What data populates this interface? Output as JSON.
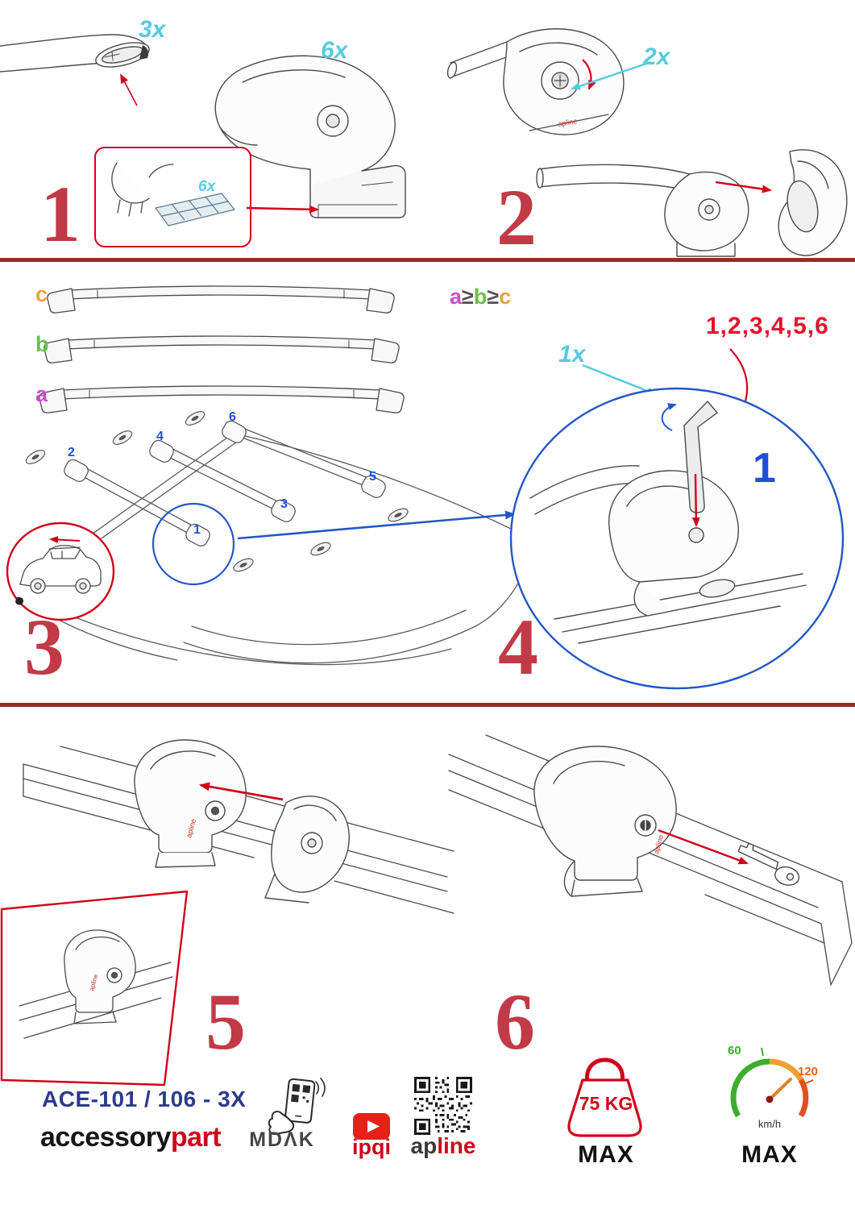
{
  "steps": {
    "s1": {
      "number": "1",
      "qty_bar": "3x",
      "qty_foot": "6x",
      "qty_pad": "6x"
    },
    "s2": {
      "number": "2",
      "qty": "2x"
    },
    "s3": {
      "number": "3",
      "label_a": "a",
      "label_b": "b",
      "label_c": "c",
      "pos": {
        "p1": "1",
        "p2": "2",
        "p3": "3",
        "p4": "4",
        "p5": "5",
        "p6": "6"
      }
    },
    "s4": {
      "number": "4",
      "sequence": "1,2,3,4,5,6",
      "qty": "1x",
      "highlight": "1",
      "ineq": {
        "a": "a",
        "ge1": "≥",
        "b": "b",
        "ge2": "≥",
        "c": "c"
      }
    },
    "s5": {
      "number": "5"
    },
    "s6": {
      "number": "6"
    }
  },
  "drawing": {
    "brand_mark": "apline"
  },
  "footer": {
    "model": "ACE-101 / 106 - 3X",
    "brand1_black": "accessory",
    "brand1_red": "part",
    "brand2": "MDΛK",
    "brand3": "ipqi",
    "brand4_black": "ap",
    "brand4_red": "line",
    "weight_value": "75 KG",
    "weight_max": "MAX",
    "speed_low": "60",
    "speed_high": "120",
    "speed_unit": "km/h",
    "speed_max": "MAX"
  },
  "colors": {
    "accent_red": "#d0021b",
    "step_number_red": "#c13a46",
    "divider_red": "#9e2a25",
    "cyan": "#58cadd",
    "blue": "#1d4fd7",
    "detail_blue": "#2457c5",
    "navy": "#2d3a8c",
    "label_a": "#c94fc9",
    "label_b": "#6abf4b",
    "label_c": "#e8a33d",
    "youtube_red": "#e62117",
    "gauge_green": "#3dae2b",
    "gauge_orange": "#f0a030",
    "gauge_red": "#e0501e"
  }
}
